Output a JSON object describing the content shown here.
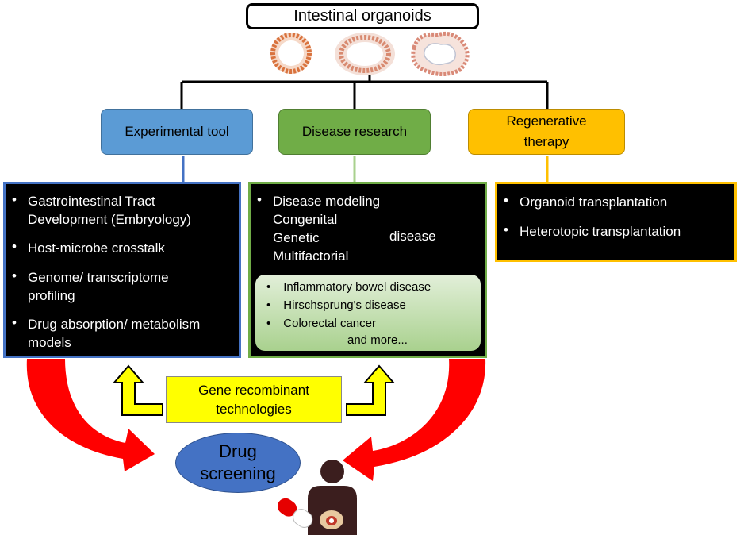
{
  "title": "Intestinal organoids",
  "categories": {
    "experimental": "Experimental tool",
    "disease": "Disease research",
    "regenerative_line1": "Regenerative",
    "regenerative_line2": "therapy"
  },
  "experimental_items": [
    {
      "line1": "Gastrointestinal Tract",
      "line2": "Development (Embryology)"
    },
    {
      "line1": "Host-microbe crosstalk",
      "line2": ""
    },
    {
      "line1": "Genome/ transcriptome",
      "line2": "profiling"
    },
    {
      "line1": "Drug absorption/ metabolism",
      "line2": "models"
    }
  ],
  "disease": {
    "header": "Disease modeling",
    "types": [
      "Congenital",
      "Genetic",
      "Multifactorial"
    ],
    "bracket_label": "disease",
    "examples": [
      "Inflammatory bowel disease",
      "Hirschsprung's disease",
      "Colorectal cancer"
    ],
    "more": "and more..."
  },
  "regenerative_items": [
    "Organoid transplantation",
    "Heterotopic transplantation"
  ],
  "gene_box": {
    "line1": "Gene recombinant",
    "line2": "technologies"
  },
  "drug_screening": {
    "line1": "Drug",
    "line2": "screening"
  },
  "bullet": "•",
  "colors": {
    "experimental": "#5b9bd5",
    "disease": "#70ad47",
    "regenerative": "#ffc000",
    "gene": "#ffff00",
    "drug": "#4472c4",
    "arrow_red": "#ff0000"
  },
  "icons": [
    "organoid-cross-section-icon",
    "person-icon",
    "pill-capsule-icon",
    "up-arrow-icon",
    "curved-arrow-icon"
  ]
}
